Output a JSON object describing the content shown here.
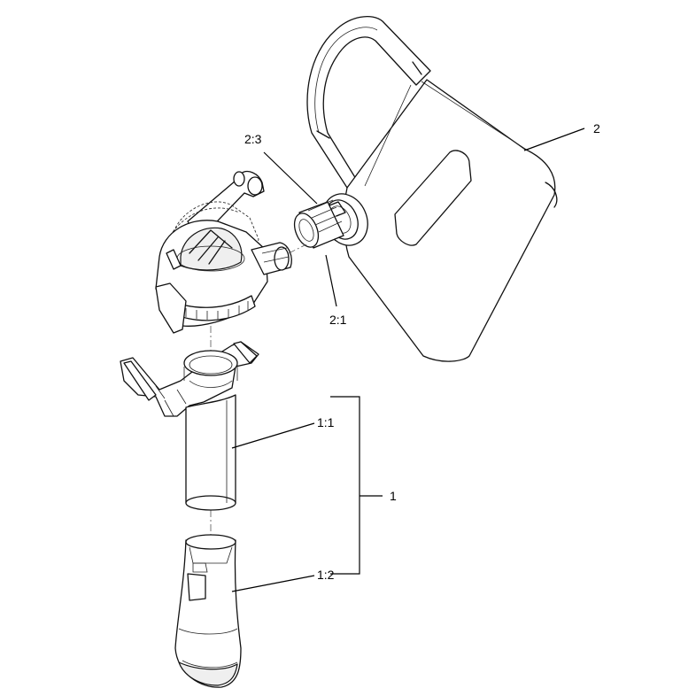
{
  "callouts": {
    "c2": "2",
    "c2_3": "2:3",
    "c2_1": "2:1",
    "c1_1": "1:1",
    "c1": "1",
    "c1_2": "1:2"
  }
}
